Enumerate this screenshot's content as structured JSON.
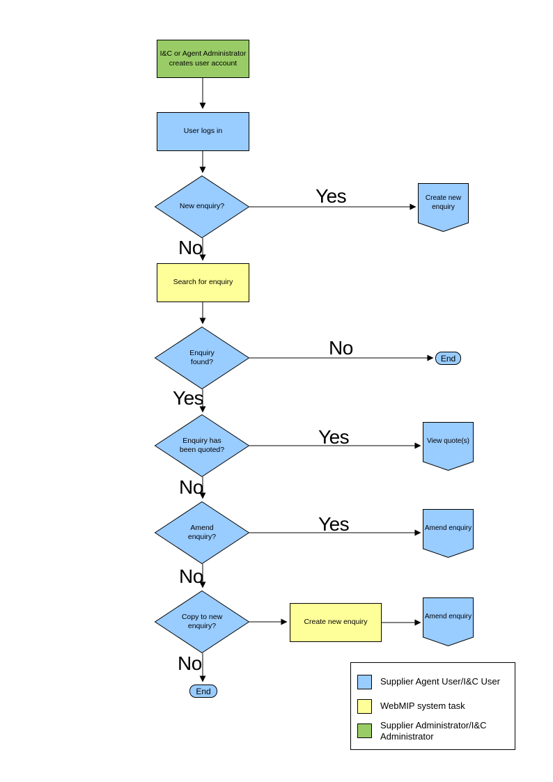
{
  "diagram": {
    "nodes": {
      "create_account": "I&C or Agent Administrator\ncreates user account",
      "user_logs_in": "User logs in",
      "new_enquiry": "New enquiry?",
      "create_new_enquiry_offpage": "Create new\nenquiry",
      "search_for_enquiry": "Search for enquiry",
      "enquiry_found": "Enquiry\nfound?",
      "end_1": "End",
      "enquiry_quoted": "Enquiry has\nbeen quoted?",
      "view_quotes": "View quote(s)",
      "amend_enquiry_q": "Amend\nenquiry?",
      "amend_enquiry_1": "Amend enquiry",
      "copy_to_new": "Copy to new\nenquiry?",
      "create_new_enquiry_task": "Create new enquiry",
      "amend_enquiry_2": "Amend enquiry",
      "end_2": "End"
    },
    "edge_labels": {
      "yes_new_enquiry": "Yes",
      "no_new_enquiry": "No",
      "no_enquiry_found": "No",
      "yes_enquiry_found": "Yes",
      "yes_quoted": "Yes",
      "no_quoted": "No",
      "yes_amend": "Yes",
      "no_amend": "No",
      "no_copy": "No"
    },
    "colors": {
      "user_task": "#99CCFF",
      "system_task": "#FFFF99",
      "admin_task": "#99CC66"
    },
    "legend": {
      "items": [
        {
          "label": "Supplier Agent User/I&C User"
        },
        {
          "label": "WebMIP system task"
        },
        {
          "label": "Supplier Administrator/I&C\nAdministrator"
        }
      ]
    }
  }
}
